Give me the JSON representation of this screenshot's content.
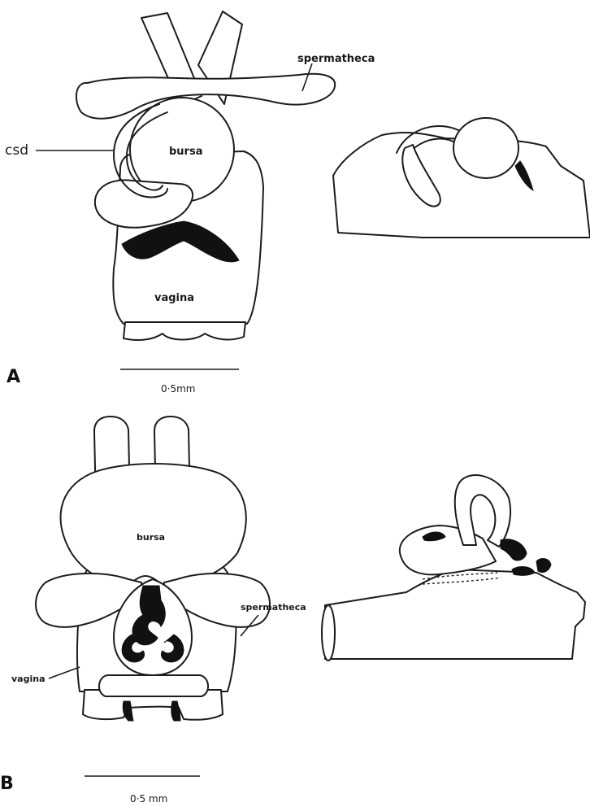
{
  "figure_a": {
    "panel_label": "A",
    "labels": {
      "spermatheca": "spermatheca",
      "csd": "csd",
      "bursa": "bursa",
      "vagina": "vagina"
    },
    "scale_bar": "0·5mm"
  },
  "figure_b": {
    "panel_label": "B",
    "labels": {
      "bursa": "bursa",
      "spermatheca": "spermatheca",
      "vagina": "vagina"
    },
    "scale_bar": "0·5 mm"
  }
}
